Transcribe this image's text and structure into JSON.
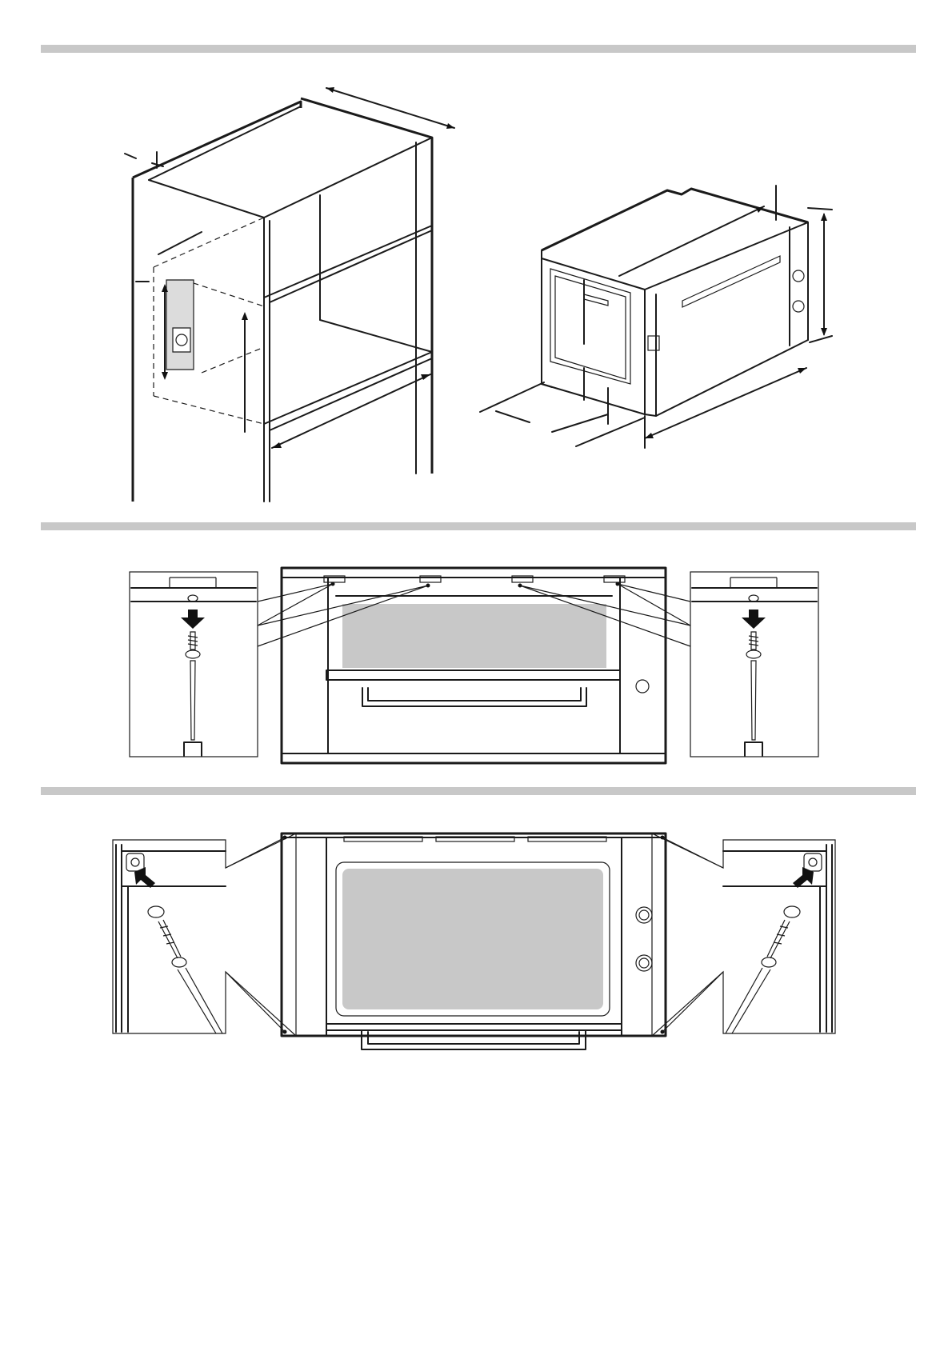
{
  "page": {
    "title": "",
    "sections": [
      {
        "id": "cabinet-and-oven-dimensions",
        "figures": [
          "cabinet-niche",
          "oven-appliance"
        ]
      },
      {
        "id": "fixing-top",
        "figures": [
          "screw-detail-left",
          "oven-front-top-fixing",
          "screw-detail-right"
        ]
      },
      {
        "id": "fixing-sides",
        "figures": [
          "screw-detail-left",
          "oven-front-side-fixing",
          "screw-detail-right"
        ]
      }
    ]
  },
  "colors": {
    "rule": "#c8c8c8",
    "line": "#1a1a1a",
    "glass": "#c8c8c8",
    "background": "#ffffff"
  },
  "icons": [
    "arrow-down-icon",
    "arrow-up-right-icon",
    "screw-icon",
    "screwdriver-icon",
    "knob-icon",
    "socket-icon"
  ]
}
